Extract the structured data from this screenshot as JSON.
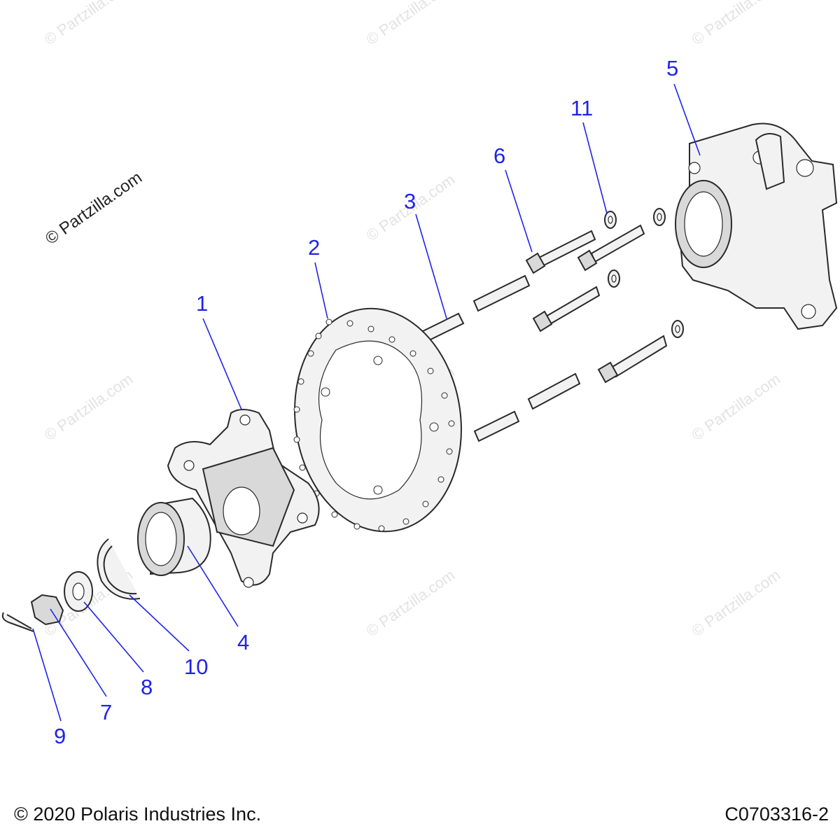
{
  "callouts": [
    {
      "id": "1",
      "label": "1"
    },
    {
      "id": "2",
      "label": "2"
    },
    {
      "id": "3",
      "label": "3"
    },
    {
      "id": "4",
      "label": "4"
    },
    {
      "id": "5",
      "label": "5"
    },
    {
      "id": "6",
      "label": "6"
    },
    {
      "id": "7",
      "label": "7"
    },
    {
      "id": "8",
      "label": "8"
    },
    {
      "id": "9",
      "label": "9"
    },
    {
      "id": "10",
      "label": "10"
    },
    {
      "id": "11",
      "label": "11"
    }
  ],
  "watermark": {
    "text": "© Partzilla.com"
  },
  "footer": {
    "copyright": "© 2020 Polaris Industries Inc.",
    "diagram_code": "C0703316-2"
  },
  "colors": {
    "callout": "#1f24e6",
    "line_art": "#2a2a2a"
  }
}
